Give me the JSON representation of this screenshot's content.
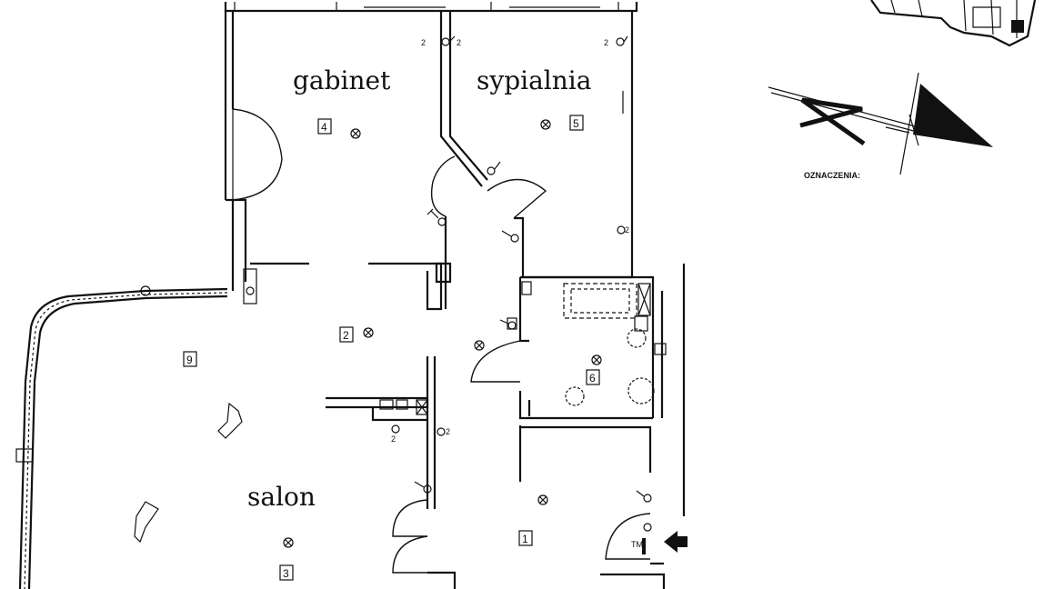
{
  "rooms": [
    {
      "label": "gabinet"
    },
    {
      "label": "sypialnia"
    },
    {
      "label": "salon"
    }
  ],
  "room_numbers": [
    "4",
    "5",
    "2",
    "9",
    "6",
    "1",
    "3"
  ],
  "switch_marks": [
    "2",
    "2",
    "2",
    "2",
    "2",
    "2"
  ],
  "entrance_label": "TM",
  "legend": {
    "title": "OZNACZENIA:"
  }
}
